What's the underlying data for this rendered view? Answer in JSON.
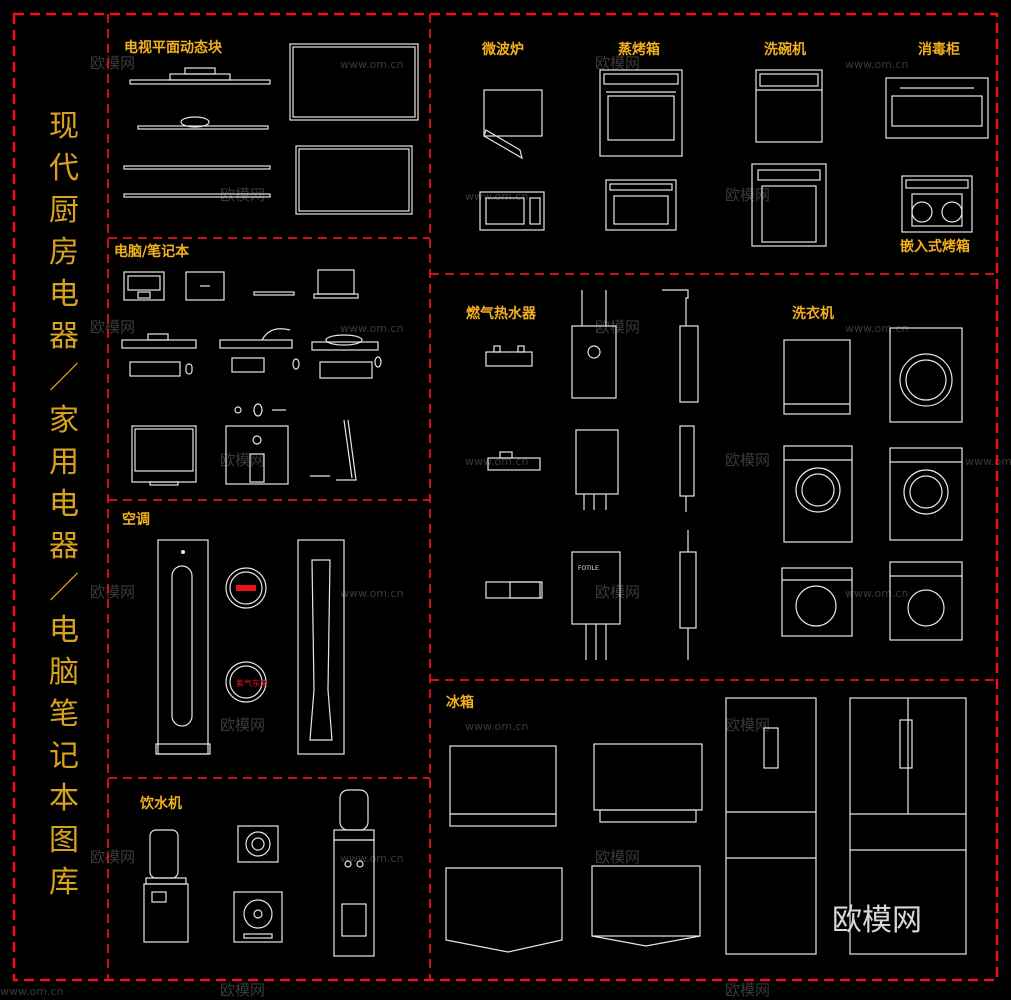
{
  "title_chars": [
    "现",
    "代",
    "厨",
    "房",
    "电",
    "器",
    "／",
    "家",
    "用",
    "电",
    "器",
    "／",
    "电",
    "脑",
    "笔",
    "记",
    "本",
    "图",
    "库"
  ],
  "sections": {
    "tv": "电视平面动态块",
    "laptop": "电脑/笔记本",
    "aircon": "空调",
    "water_dispenser": "饮水机",
    "microwave": "微波炉",
    "steam_oven": "蒸烤箱",
    "dishwasher": "洗碗机",
    "sterilizer": "消毒柜",
    "builtin_oven": "嵌入式烤箱",
    "gas_heater": "燃气热水器",
    "washer": "洗衣机",
    "fridge": "冰箱"
  },
  "watermark": {
    "brand": "欧模网",
    "url": "www.om.cn"
  },
  "device_text": {
    "ac_panel": "紫气东来",
    "heater_brand": "FOTILE"
  },
  "colors": {
    "frame": "#e8131b",
    "label": "#f2b01e",
    "line": "#e6e6e6"
  }
}
